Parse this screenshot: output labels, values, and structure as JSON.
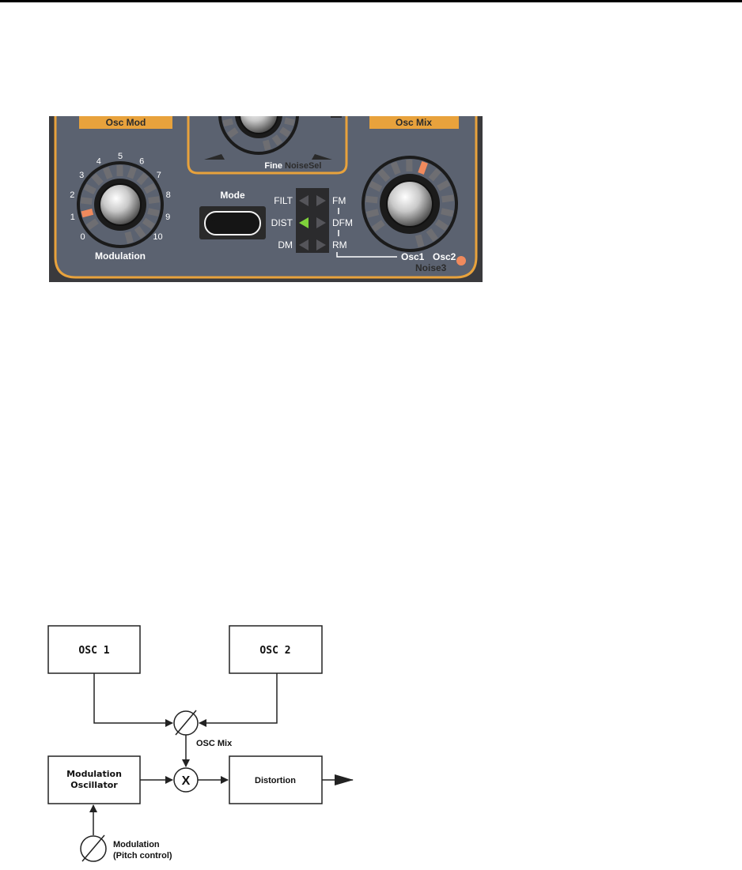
{
  "panel": {
    "osc_mod": {
      "header": "Osc Mod",
      "dial_label": "Modulation",
      "scale": [
        "0",
        "1",
        "2",
        "3",
        "4",
        "5",
        "6",
        "7",
        "8",
        "9",
        "10"
      ],
      "value": 1
    },
    "center": {
      "fine_label": "Fine",
      "noisesel_label": "NoiseSel"
    },
    "mode": {
      "button_label": "Mode",
      "left_options": [
        "FILT",
        "DIST",
        "DM"
      ],
      "right_options": [
        "FM",
        "DFM",
        "RM"
      ],
      "active_row": 1,
      "active_side": "left"
    },
    "osc_mix": {
      "header": "Osc Mix",
      "left_label": "Osc1",
      "right_label": "Osc2",
      "noise_label": "Noise3"
    },
    "colors": {
      "panel": "#5b6270",
      "frame": "#e8a23c",
      "led_on": "#f08a5d",
      "led_green": "#7fd13b"
    }
  },
  "diagram": {
    "osc1": "OSC 1",
    "osc2": "OSC 2",
    "mix_label": "OSC Mix",
    "modulator": "Modulation Oscillator",
    "multiplier": "X",
    "distortion": "Distortion",
    "pitch_label_line1": "Modulation",
    "pitch_label_line2": "(Pitch control)"
  }
}
